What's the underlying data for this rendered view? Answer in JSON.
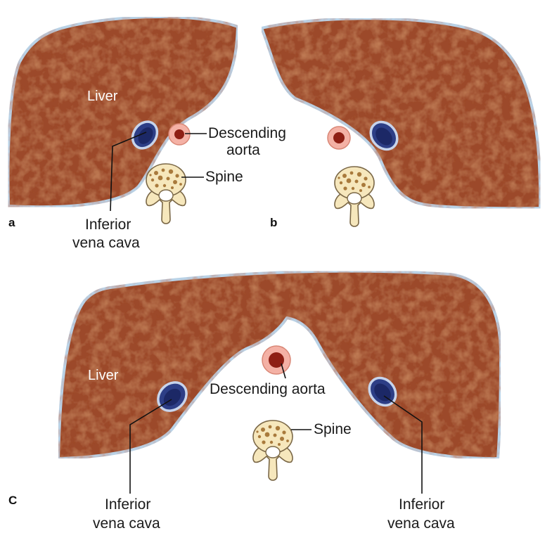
{
  "colors": {
    "liver_fill": "#9c4a2a",
    "liver_mottle": "#b25a33",
    "capsule": "#b9d2e6",
    "ivc": "#2d3e86",
    "aorta": "#8e1f14",
    "aorta_wall": "#f4b1a5",
    "bone": "#f6e7bc"
  },
  "panel_a": {
    "letter": "a",
    "liver_label": "Liver",
    "aorta_label_line1": "Descending",
    "aorta_label_line2": "aorta",
    "spine_label": "Spine",
    "ivc_label_line1": "Inferior",
    "ivc_label_line2": "vena cava"
  },
  "panel_b": {
    "letter": "b"
  },
  "panel_c": {
    "letter": "C",
    "liver_label": "Liver",
    "aorta_label": "Descending aorta",
    "spine_label": "Spine",
    "ivc_left_line1": "Inferior",
    "ivc_left_line2": "vena cava",
    "ivc_right_line1": "Inferior",
    "ivc_right_line2": "vena cava"
  }
}
